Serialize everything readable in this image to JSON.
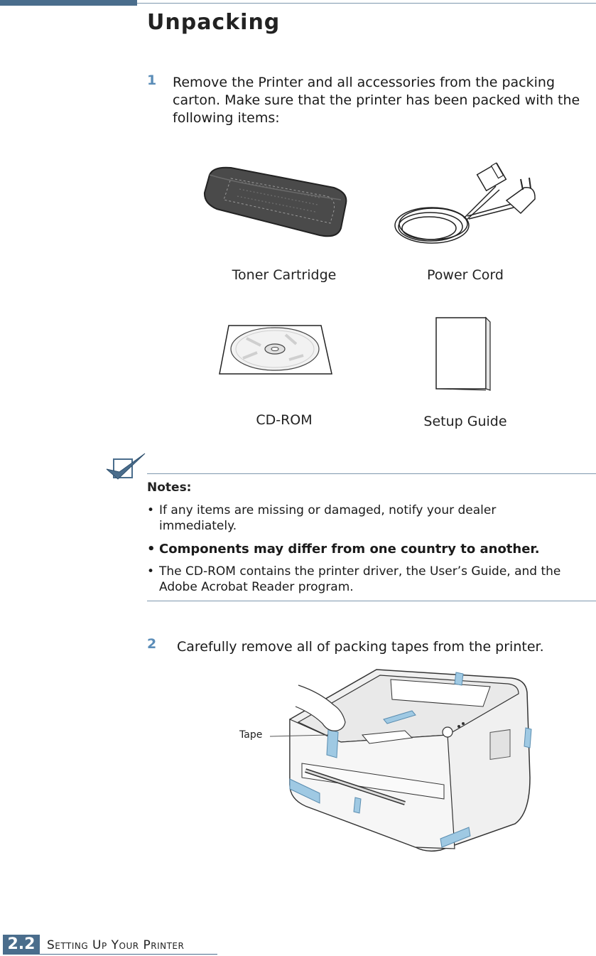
{
  "header": {
    "title": "Unpacking"
  },
  "step1": {
    "number": "1",
    "text": "Remove the Printer and all accessories from the packing carton. Make sure that the printer has been packed with the following items:"
  },
  "items": {
    "toner": "Toner Cartridge",
    "power_cord": "Power Cord",
    "cdrom": "CD-ROM",
    "setup_guide": "Setup Guide"
  },
  "notes": {
    "title": "Notes:",
    "bullet": "•",
    "items": [
      "If any items are missing or damaged, notify your dealer immediately.",
      "Components may differ from one country to another.",
      "The CD-ROM contains the printer driver, the User’s Guide, and the Adobe Acrobat Reader program."
    ]
  },
  "step2": {
    "number": "2",
    "text": "Carefully remove all of packing tapes from the printer.",
    "tape_label": "Tape"
  },
  "footer": {
    "page_number": "2.2",
    "section": "Setting Up Your Printer"
  },
  "colors": {
    "accent": "#4a6d8c",
    "step_number": "#5b8db8",
    "tape": "#9fc9e3"
  }
}
